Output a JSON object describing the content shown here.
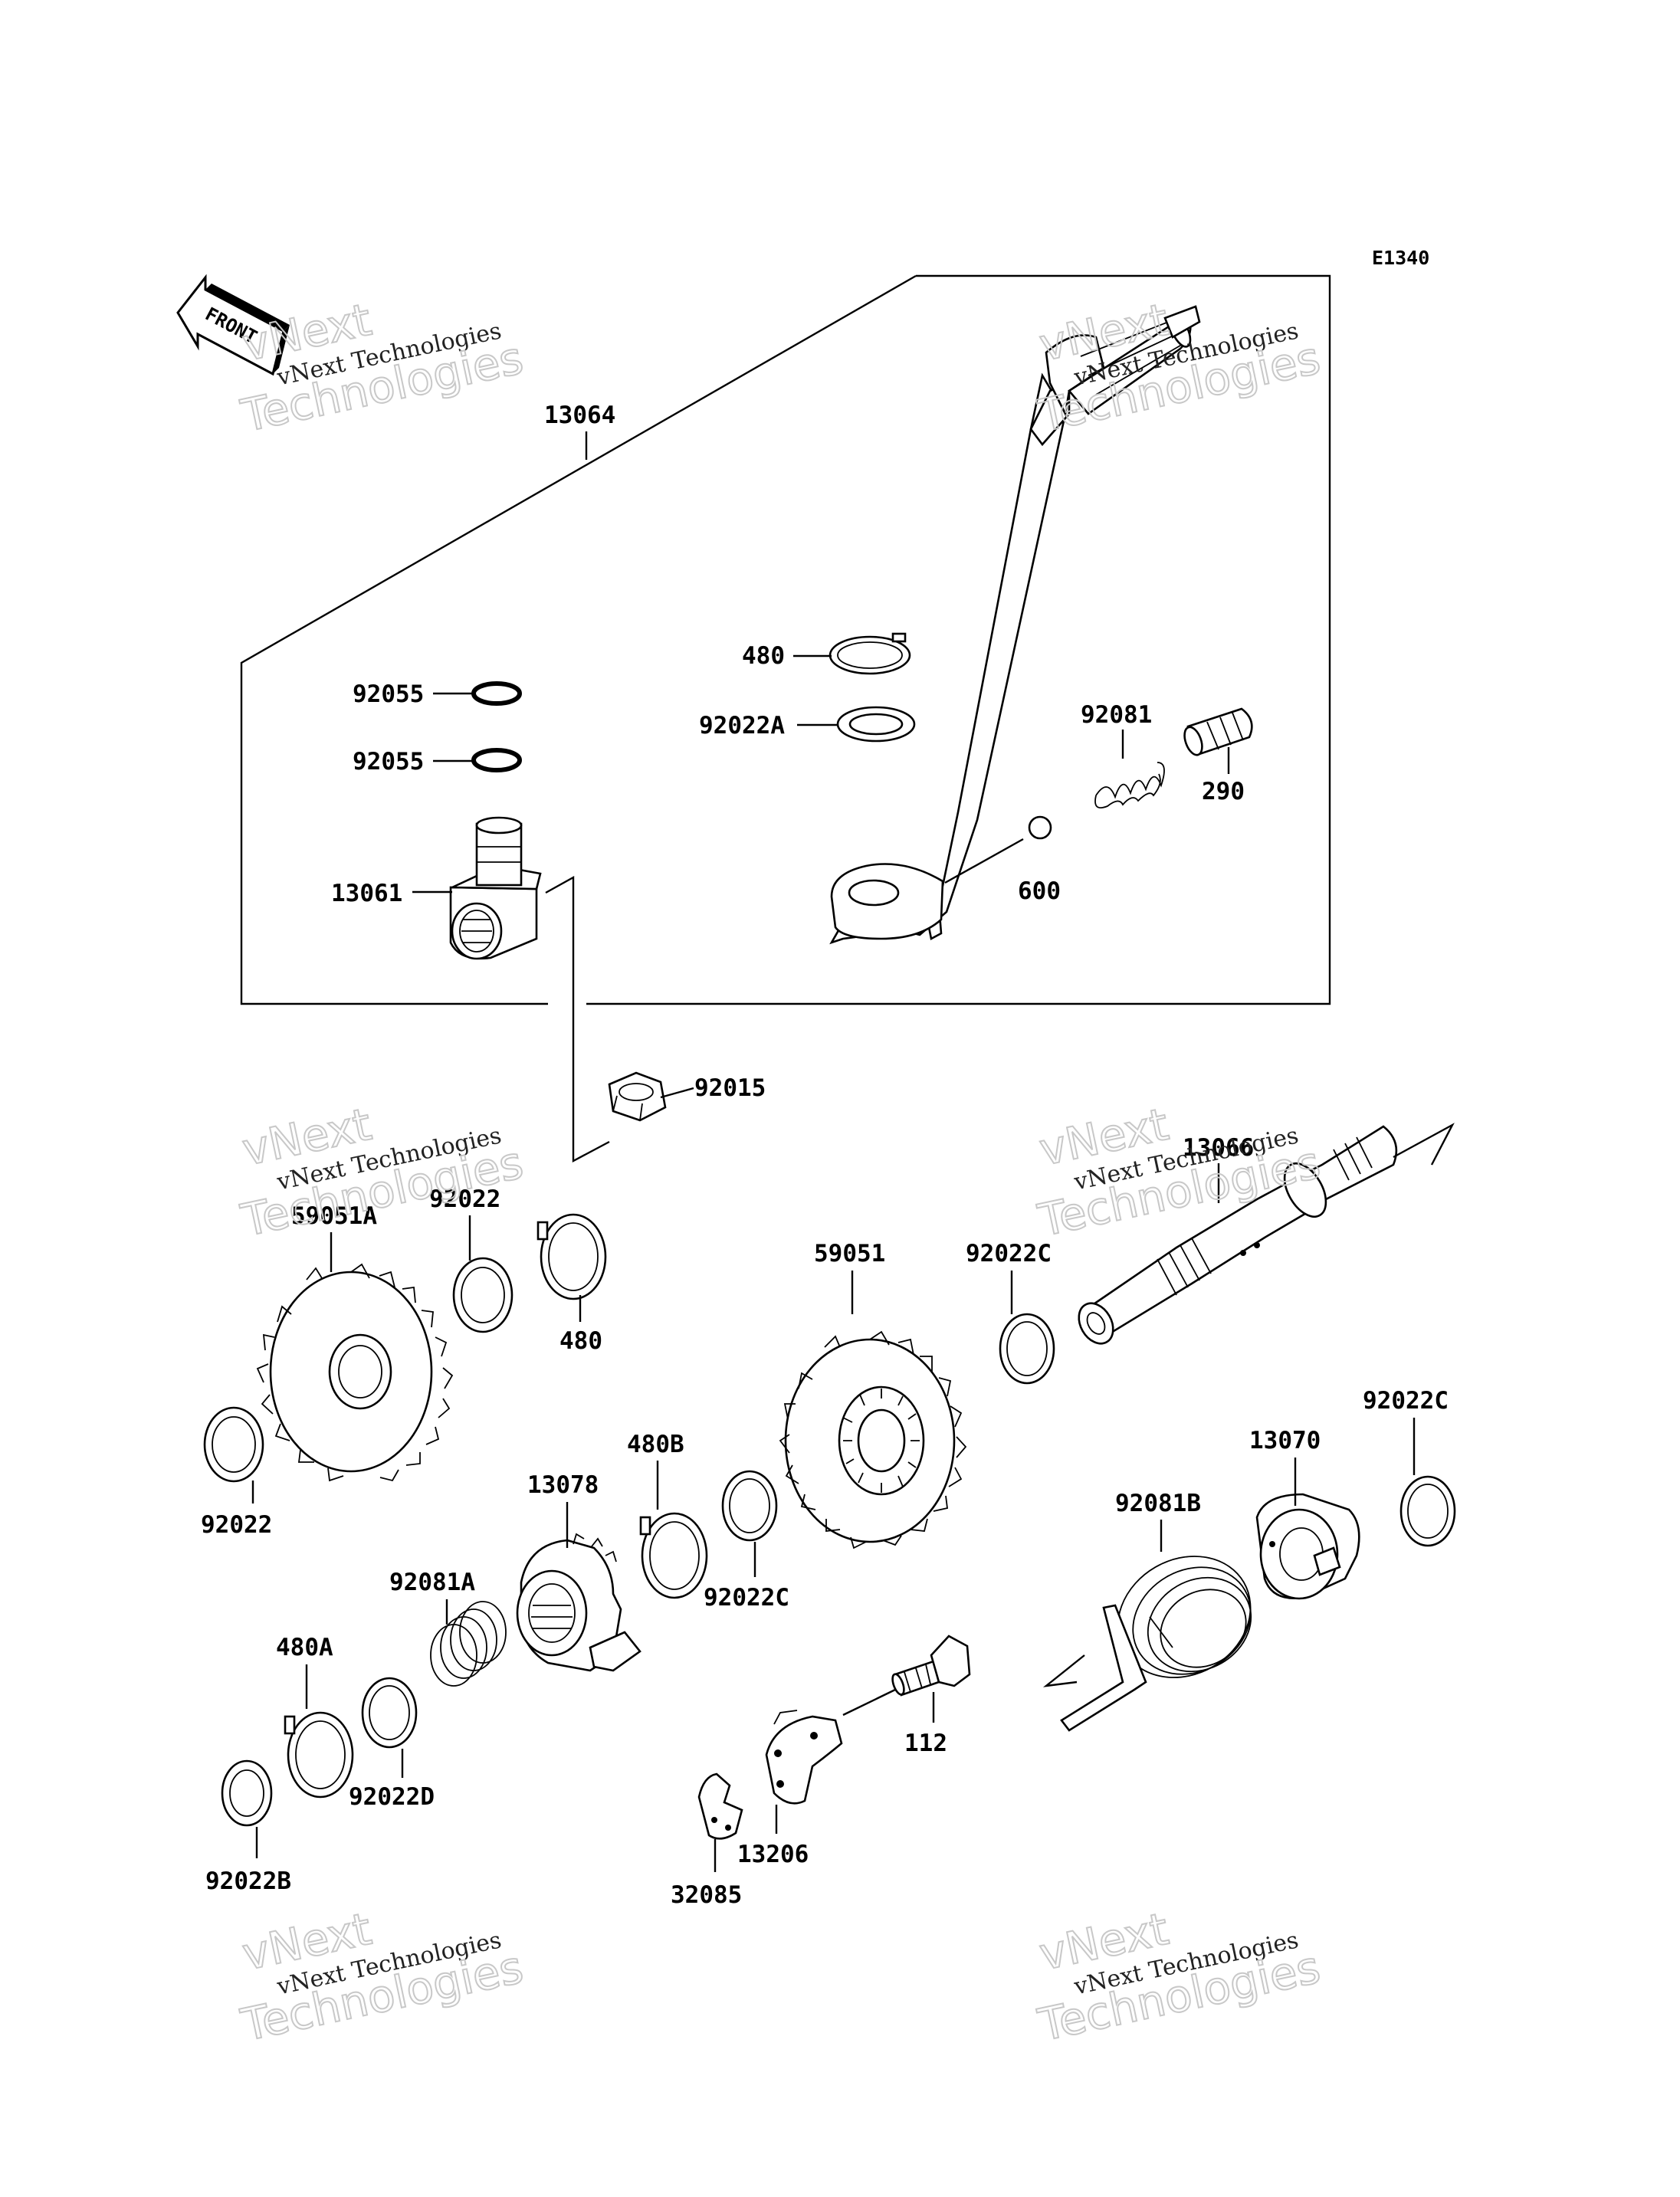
{
  "diagram": {
    "code": "E1340",
    "front_label": "FRONT",
    "watermark": {
      "line1": "vNext",
      "line2": "vNext Technologies",
      "line3": "Technologies"
    },
    "parts": [
      {
        "id": "p13064",
        "label": "13064"
      },
      {
        "id": "p480_top",
        "label": "480"
      },
      {
        "id": "p92022A",
        "label": "92022A"
      },
      {
        "id": "p92055_a",
        "label": "92055"
      },
      {
        "id": "p92055_b",
        "label": "92055"
      },
      {
        "id": "p92081",
        "label": "92081"
      },
      {
        "id": "p290",
        "label": "290"
      },
      {
        "id": "p600",
        "label": "600"
      },
      {
        "id": "p13061",
        "label": "13061"
      },
      {
        "id": "p92015",
        "label": "92015"
      },
      {
        "id": "p13066",
        "label": "13066"
      },
      {
        "id": "p59051A",
        "label": "59051A"
      },
      {
        "id": "p92022_top",
        "label": "92022"
      },
      {
        "id": "p480_mid",
        "label": "480"
      },
      {
        "id": "p59051",
        "label": "59051"
      },
      {
        "id": "p92022C_a",
        "label": "92022C"
      },
      {
        "id": "p92022C_b",
        "label": "92022C"
      },
      {
        "id": "p13070",
        "label": "13070"
      },
      {
        "id": "p92022_left",
        "label": "92022"
      },
      {
        "id": "p480B",
        "label": "480B"
      },
      {
        "id": "p13078",
        "label": "13078"
      },
      {
        "id": "p92081B",
        "label": "92081B"
      },
      {
        "id": "p92022C_c",
        "label": "92022C"
      },
      {
        "id": "p92081A",
        "label": "92081A"
      },
      {
        "id": "p480A",
        "label": "480A"
      },
      {
        "id": "p112",
        "label": "112"
      },
      {
        "id": "p92022D",
        "label": "92022D"
      },
      {
        "id": "p13206",
        "label": "13206"
      },
      {
        "id": "p92022B",
        "label": "92022B"
      },
      {
        "id": "p32085",
        "label": "32085"
      }
    ]
  }
}
